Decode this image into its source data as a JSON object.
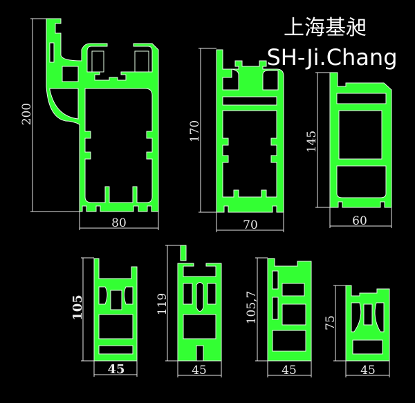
{
  "brand": {
    "title_cn": "上海基昶",
    "title_en": "SH-Ji.Chang"
  },
  "profiles": [
    {
      "name": "profile-80x200",
      "height_label": "200",
      "width_label": "80"
    },
    {
      "name": "profile-70x170",
      "height_label": "170",
      "width_label": "70"
    },
    {
      "name": "profile-60x145",
      "height_label": "145",
      "width_label": "60"
    },
    {
      "name": "profile-45x105",
      "height_label": "105",
      "width_label": "45"
    },
    {
      "name": "profile-45x119",
      "height_label": "119",
      "width_label": "45"
    },
    {
      "name": "profile-45x105-7",
      "height_label": "105,7",
      "width_label": "45"
    },
    {
      "name": "profile-45x75",
      "height_label": "75",
      "width_label": "45"
    }
  ],
  "colors": {
    "profile": "#33ff33",
    "background": "#000000",
    "dimension": "#e8e8e8"
  }
}
